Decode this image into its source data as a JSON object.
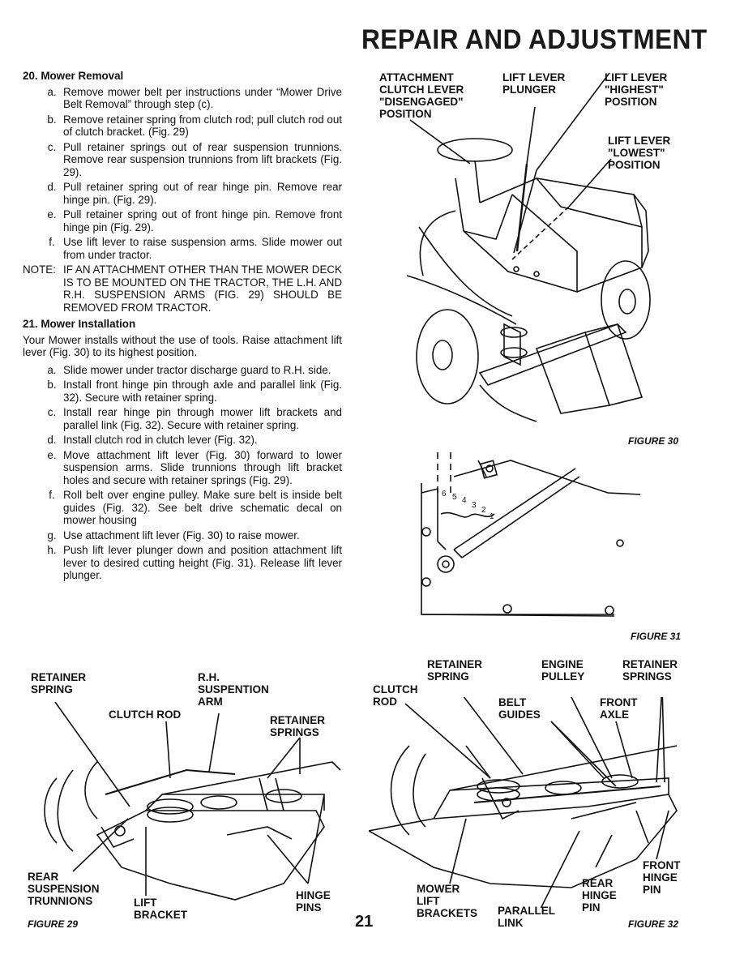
{
  "header": {
    "title": "REPAIR AND ADJUSTMENT"
  },
  "sec20": {
    "title": "20. Mower Removal",
    "items": [
      {
        "l": "a.",
        "t": "Remove mower belt per instructions under “Mower Drive Belt Removal” through step (c)."
      },
      {
        "l": "b.",
        "t": "Remove retainer spring from clutch rod; pull clutch rod out of clutch bracket. (Fig. 29)"
      },
      {
        "l": "c.",
        "t": "Pull retainer springs out of rear suspension trunnions. Remove rear suspension trunnions from lift brackets (Fig. 29)."
      },
      {
        "l": "d.",
        "t": "Pull retainer spring out of rear hinge pin. Remove rear hinge pin. (Fig. 29)."
      },
      {
        "l": "e.",
        "t": "Pull retainer spring out of front hinge pin. Remove front hinge pin (Fig. 29)."
      },
      {
        "l": "f.",
        "t": "Use lift lever to raise suspension arms. Slide mower out from under tractor."
      }
    ],
    "note_label": "NOTE:",
    "note_text": "IF AN ATTACHMENT OTHER THAN THE MOWER DECK IS TO BE MOUNTED ON THE TRACTOR, THE L.H. AND R.H. SUSPENSION ARMS (FIG. 29) SHOULD BE REMOVED FROM TRACTOR."
  },
  "sec21": {
    "title": "21. Mower Installation",
    "intro": "Your Mower installs without the use of tools. Raise attachment lift lever (Fig. 30) to its highest position.",
    "items": [
      {
        "l": "a.",
        "t": "Slide mower under tractor discharge guard to R.H. side."
      },
      {
        "l": "b.",
        "t": "Install front hinge pin through axle and parallel link (Fig. 32). Secure with retainer spring."
      },
      {
        "l": "c.",
        "t": "Install rear hinge pin through mower lift brackets and parallel link (Fig. 32). Secure with retainer spring."
      },
      {
        "l": "d.",
        "t": "Install clutch rod in clutch lever (Fig. 32)."
      },
      {
        "l": "e.",
        "t": "Move attachment lift lever (Fig. 30) forward to lower suspension arms. Slide trunnions through lift bracket holes and secure with retainer springs (Fig. 29)."
      },
      {
        "l": "f.",
        "t": "Roll belt over engine pulley. Make sure belt is inside belt guides (Fig. 32). See belt drive schematic decal on mower housing"
      },
      {
        "l": "g.",
        "t": "Use attachment lift lever (Fig. 30) to raise mower."
      },
      {
        "l": "h.",
        "t": "Push lift lever plunger down and position attachment lift lever to desired cutting height (Fig. 31). Release lift lever plunger."
      }
    ]
  },
  "fig30": {
    "caption": "FIGURE 30",
    "labels": {
      "attachment": [
        "ATTACHMENT",
        "CLUTCH LEVER",
        "\"DISENGAGED\"",
        "POSITION"
      ],
      "plunger": [
        "LIFT LEVER",
        "PLUNGER"
      ],
      "highest": [
        "LIFT LEVER",
        "\"HIGHEST\"",
        "POSITION"
      ],
      "lowest": [
        "LIFT LEVER",
        "\"LOWEST\"",
        "POSITION"
      ]
    }
  },
  "fig31": {
    "caption": "FIGURE 31",
    "scale_numbers": [
      "6",
      "5",
      "4",
      "3",
      "2",
      "1"
    ]
  },
  "fig29": {
    "caption": "FIGURE 29",
    "labels": {
      "retainer_spring": [
        "RETAINER",
        "SPRING"
      ],
      "rh_arm": [
        "R.H.",
        "SUSPENTION",
        "ARM"
      ],
      "clutch_rod": "CLUTCH ROD",
      "retainer_springs": [
        "RETAINER",
        "SPRINGS"
      ],
      "rear_trunnions": [
        "REAR",
        "SUSPENSION",
        "TRUNNIONS"
      ],
      "lift_bracket": [
        "LIFT",
        "BRACKET"
      ],
      "hinge_pins": [
        "HINGE",
        "PINS"
      ]
    }
  },
  "fig32": {
    "caption": "FIGURE 32",
    "labels": {
      "retainer_spring": [
        "RETAINER",
        "SPRING"
      ],
      "engine_pulley": [
        "ENGINE",
        "PULLEY"
      ],
      "retainer_springs": [
        "RETAINER",
        "SPRINGS"
      ],
      "clutch_rod": [
        "CLUTCH",
        "ROD"
      ],
      "belt_guides": [
        "BELT",
        "GUIDES"
      ],
      "front_axle": [
        "FRONT",
        "AXLE"
      ],
      "front_hinge_pin": [
        "FRONT",
        "HINGE",
        "PIN"
      ],
      "rear_hinge_pin": [
        "REAR",
        "HINGE",
        "PIN"
      ],
      "mower_lift_brackets": [
        "MOWER",
        "LIFT",
        "BRACKETS"
      ],
      "parallel_link": [
        "PARALLEL",
        "LINK"
      ]
    }
  },
  "page_number": "21"
}
